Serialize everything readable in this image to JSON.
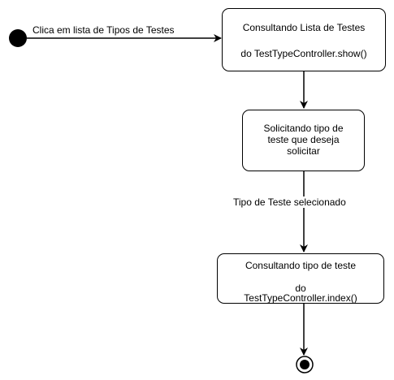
{
  "diagram": {
    "start_transition_label": "Clica em lista de Tipos de Testes",
    "nodes": [
      {
        "id": "consultando-lista",
        "lines": [
          "Consultando Lista de Testes",
          "do TestTypeController.show()"
        ]
      },
      {
        "id": "solicitando-tipo",
        "lines": [
          "Solicitando tipo de",
          "teste que deseja",
          "solicitar"
        ]
      },
      {
        "id": "consultando-tipo",
        "lines": [
          "Consultando tipo de teste",
          "do",
          "TestTypeController.index()"
        ]
      }
    ],
    "edge_label_selected": "Tipo de Teste selecionado"
  }
}
